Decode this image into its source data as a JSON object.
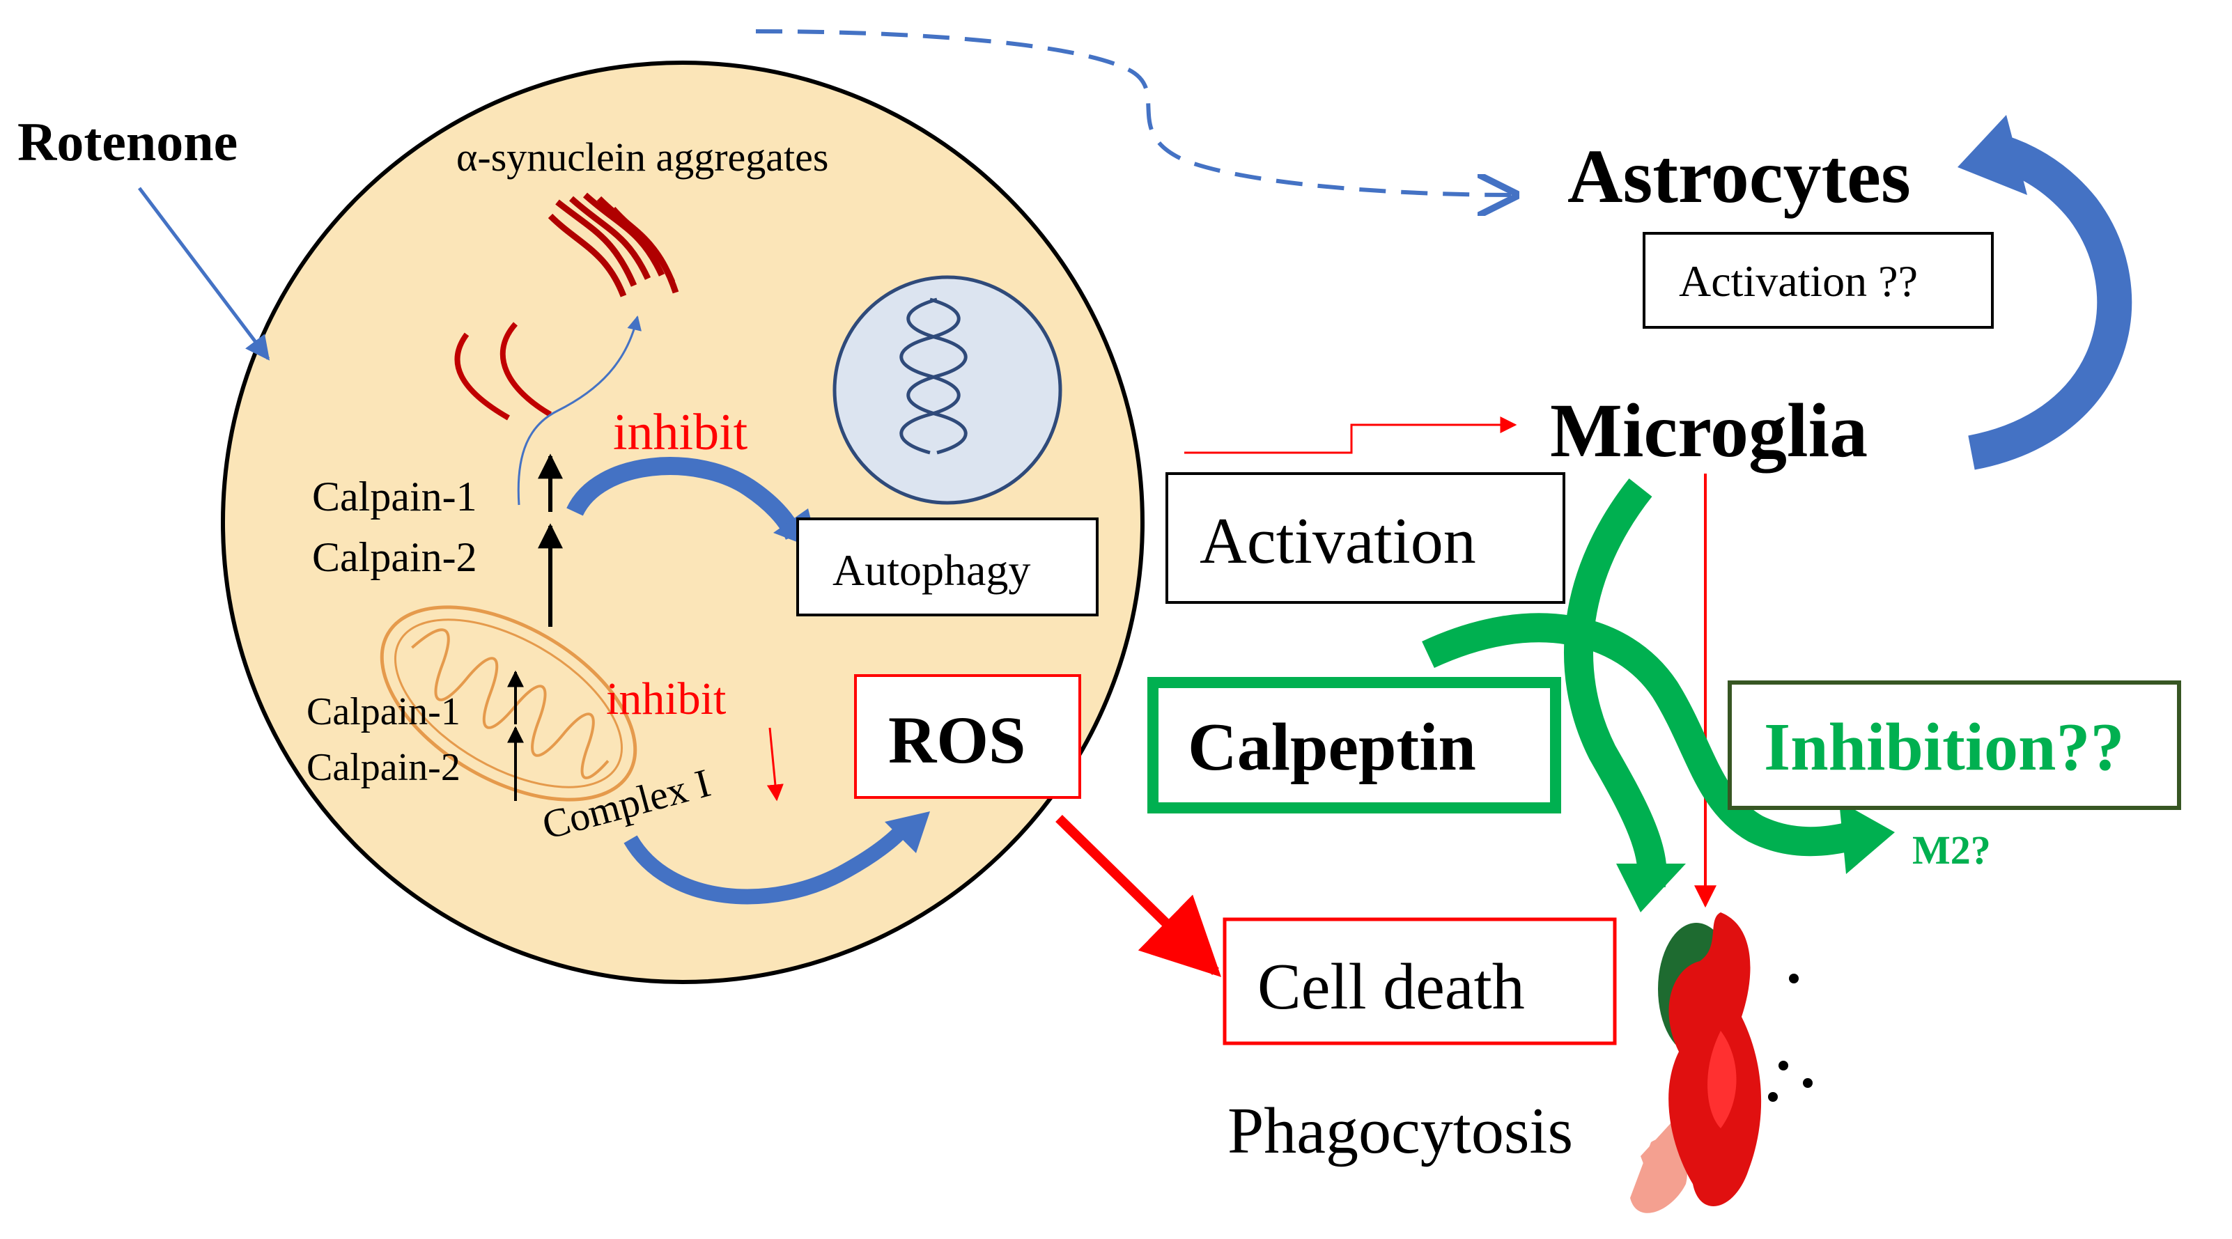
{
  "labels": {
    "rotenone": "Rotenone",
    "synuclein": "α-synuclein aggregates",
    "inhibit_top": "inhibit",
    "calpain1_top": "Calpain-1",
    "calpain2_top": "Calpain-2",
    "autophagy": "Autophagy",
    "calpain1_mito": "Calpain-1",
    "calpain2_mito": "Calpain-2",
    "inhibit_mito": "inhibit",
    "complex1": "Complex I",
    "ros": "ROS",
    "astrocytes": "Astrocytes",
    "astro_activation": "Activation ??",
    "microglia": "Microglia",
    "activation": "Activation",
    "calpeptin": "Calpeptin",
    "inhibition": "Inhibition??",
    "m2": "M2?",
    "cell_death": "Cell death",
    "phagocytosis": "Phagocytosis"
  },
  "colors": {
    "cell_fill": "#fbe5b8",
    "red": "#ff0000",
    "dark_red": "#c00000",
    "blue": "#4472c4",
    "green": "#00b050",
    "dark_green": "#375623",
    "nucleus_fill": "#dce4f0",
    "mito_stroke": "#e59a4c"
  }
}
